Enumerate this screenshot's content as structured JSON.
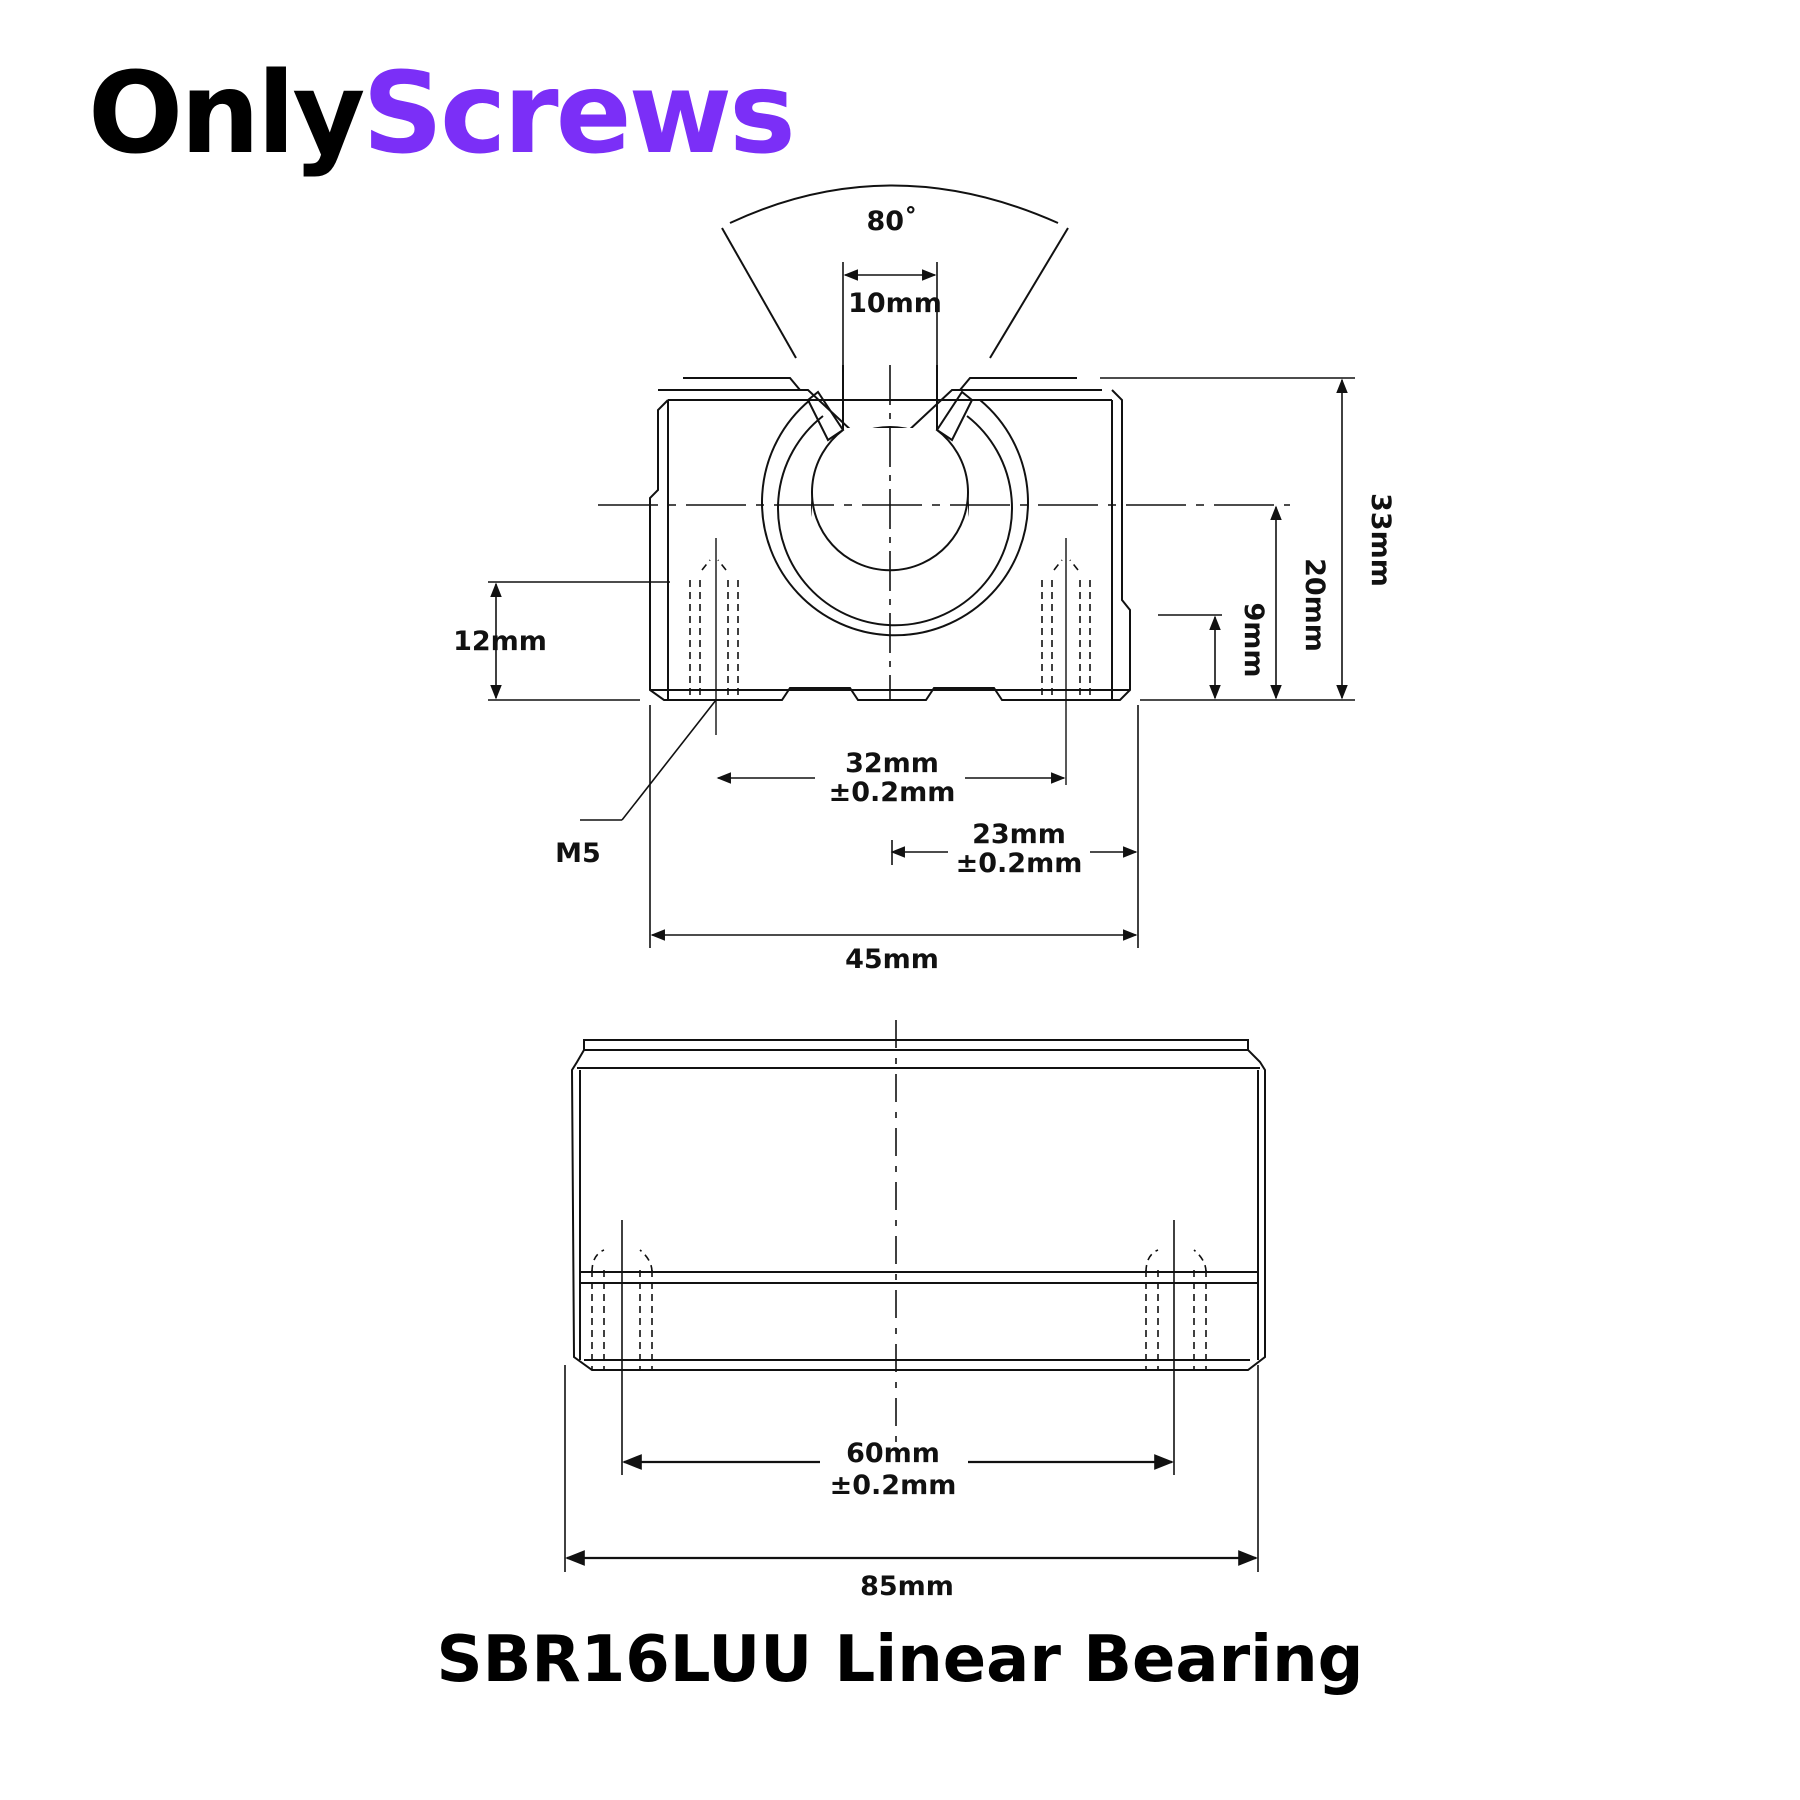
{
  "brand": {
    "part1": "Only",
    "part2": "Screws",
    "part1_color": "#000000",
    "part2_color": "#7b2ff7"
  },
  "dimensions": {
    "angle": "80˚",
    "slot_width": "10mm",
    "height_total": "33mm",
    "height_center": "20mm",
    "height_mount": "9mm",
    "hole_depth": "12mm",
    "thread": "M5",
    "hole_spacing": "32mm",
    "hole_spacing_tol": "±0.2mm",
    "half_width": "23mm",
    "half_width_tol": "±0.2mm",
    "width": "45mm",
    "length_holes": "60mm",
    "length_holes_tol": "±0.2mm",
    "length": "85mm"
  },
  "title": "SBR16LUU Linear Bearing"
}
